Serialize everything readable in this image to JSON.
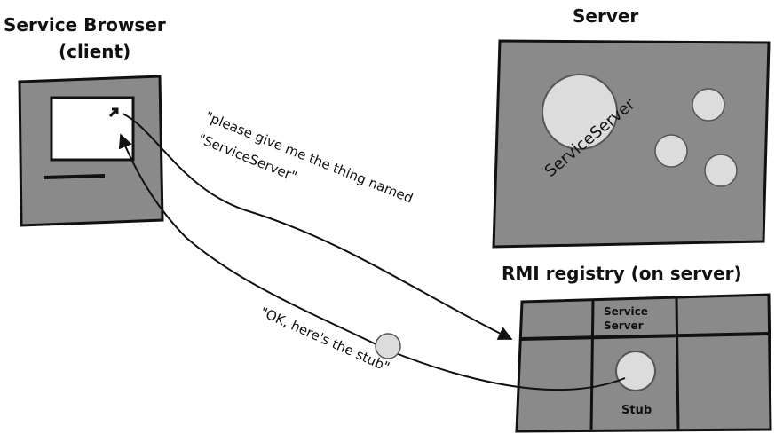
{
  "labels": {
    "client_title_line1": "Service Browser",
    "client_title_line2": "(client)",
    "server_title": "Server",
    "registry_title": "RMI registry (on server)",
    "server_object_label": "ServiceServer",
    "request_line1": "\"please give me the thing named",
    "request_line2": "\"ServiceServer\"",
    "response": "\"OK, here's the stub\"",
    "registry_cell_line1": "Service",
    "registry_cell_line2": "Server",
    "stub_label": "Stub"
  },
  "colors": {
    "box_fill": "#8a8a8a",
    "box_border": "#111111",
    "object_fill": "#dcdcdc",
    "screen_fill": "#ffffff",
    "line": "#111111"
  }
}
